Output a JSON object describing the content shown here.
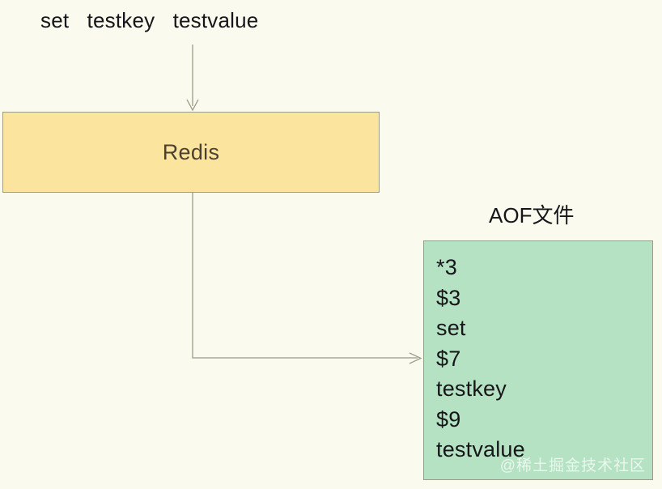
{
  "diagram": {
    "title_command": "set   testkey   testvalue",
    "background_color": "#fafaef",
    "nodes": {
      "redis": {
        "label": "Redis",
        "fill_color": "#fbe49e",
        "border_color": "#9b9b86",
        "text_color": "#4c4033"
      },
      "aof_file": {
        "caption": "AOF文件",
        "fill_color": "#b5e2c3",
        "border_color": "#9b9b86",
        "text_color": "#16161a",
        "lines": [
          "*3",
          "$3",
          "set",
          "$7",
          "testkey",
          "$9",
          "testvalue"
        ],
        "watermark": "@稀土掘金技术社区"
      }
    },
    "connectors": [
      {
        "name": "command-to-redis",
        "from": "command-text",
        "to": "redis",
        "style": "straight-down-arrow"
      },
      {
        "name": "redis-to-aof",
        "from": "redis",
        "to": "aof_file",
        "style": "elbow-right-arrow"
      }
    ]
  }
}
